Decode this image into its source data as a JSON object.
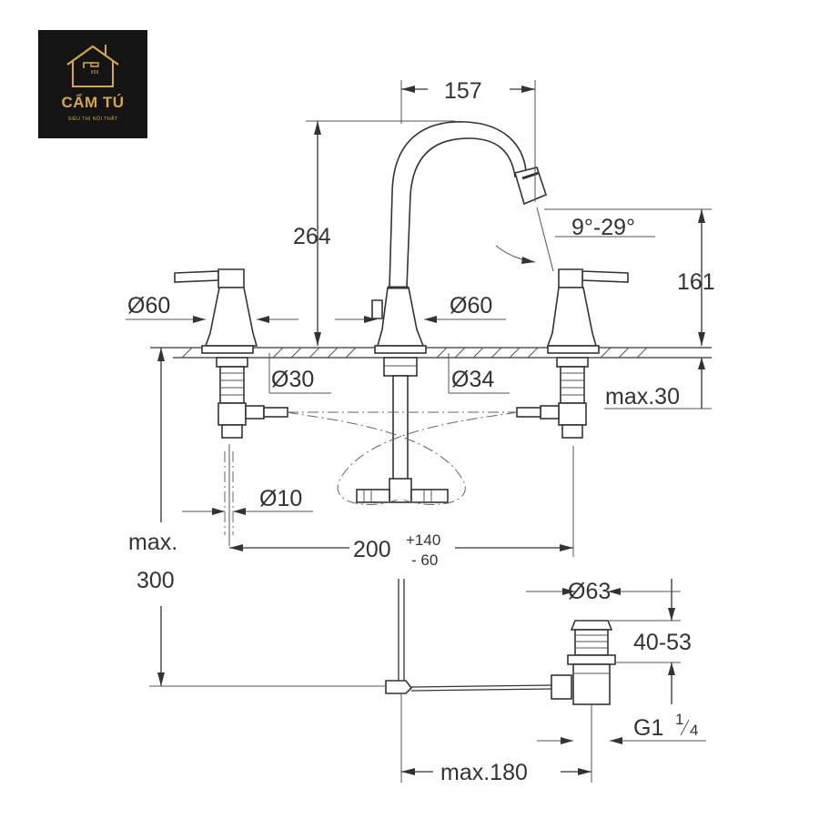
{
  "logo": {
    "brand": "CẨM TÚ",
    "tagline": "SIÊU THỊ NỘI THẤT",
    "icon": "house-shower-icon",
    "color": "#d4a849",
    "background": "#141414"
  },
  "dimensions": {
    "spout_width": "157",
    "spout_height": "264",
    "spout_angle": "9°-29°",
    "outlet_height": "161",
    "handle_left_diameter": "Ø60",
    "spout_diameter": "Ø60",
    "hole_left_diameter": "Ø30",
    "hole_center_diameter": "Ø34",
    "max_thickness": "max.30",
    "pipe_diameter": "Ø10",
    "spacing": "200",
    "spacing_plus": "+140",
    "spacing_minus": "- 60",
    "max_depth_label": "max.",
    "max_depth_value": "300",
    "drain_diameter": "Ø63",
    "drain_height": "40-53",
    "thread": "G1",
    "thread_num": "1",
    "thread_den": "4",
    "max_reach": "max.180"
  }
}
